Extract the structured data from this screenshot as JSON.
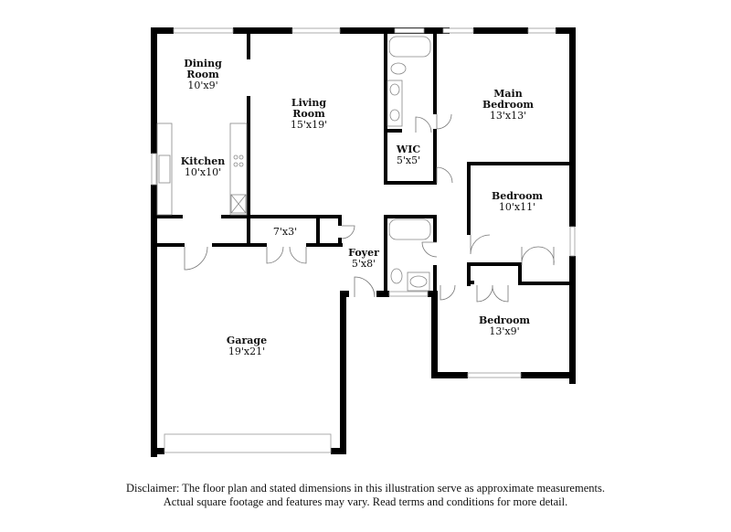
{
  "floor_plan": {
    "rooms": [
      {
        "id": "dining-room",
        "name": "Dining Room",
        "name_line1": "Dining",
        "name_line2": "Room",
        "dimensions": "10'x9'"
      },
      {
        "id": "living-room",
        "name": "Living Room",
        "name_line1": "Living",
        "name_line2": "Room",
        "dimensions": "15'x19'"
      },
      {
        "id": "kitchen",
        "name": "Kitchen",
        "name_line1": "Kitchen",
        "dimensions": "10'x10'"
      },
      {
        "id": "main-bedroom",
        "name": "Main Bedroom",
        "name_line1": "Main",
        "name_line2": "Bedroom",
        "dimensions": "13'x13'"
      },
      {
        "id": "wic",
        "name": "WIC",
        "name_line1": "WIC",
        "dimensions": "5'x5'"
      },
      {
        "id": "bedroom-2",
        "name": "Bedroom",
        "name_line1": "Bedroom",
        "dimensions": "10'x11'"
      },
      {
        "id": "laundry",
        "name": "",
        "dimensions": "7'x3'"
      },
      {
        "id": "foyer",
        "name": "Foyer",
        "name_line1": "Foyer",
        "dimensions": "5'x8'"
      },
      {
        "id": "bedroom-3",
        "name": "Bedroom",
        "name_line1": "Bedroom",
        "dimensions": "13'x9'"
      },
      {
        "id": "garage",
        "name": "Garage",
        "name_line1": "Garage",
        "dimensions": "19'x21'"
      }
    ]
  },
  "disclaimer": {
    "line1": "Disclaimer: The floor plan and stated dimensions in this illustration serve as approximate measurements.",
    "line2": "Actual square footage and features may vary. Read terms and conditions for more detail."
  }
}
